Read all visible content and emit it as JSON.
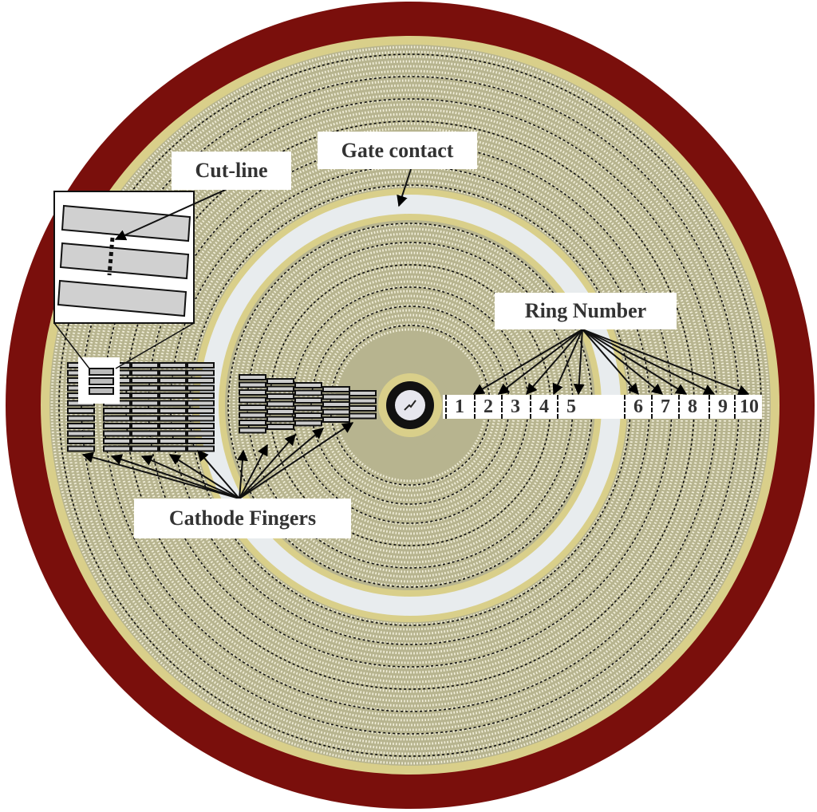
{
  "labels": {
    "cut_line": "Cut-line",
    "gate_contact": "Gate contact",
    "ring_number": "Ring Number",
    "cathode_fingers": "Cathode Fingers"
  },
  "ring_numbers": [
    "1",
    "2",
    "3",
    "4",
    "5",
    "6",
    "7",
    "8",
    "9",
    "10"
  ],
  "colors": {
    "edge": "#7a0f0c",
    "gold": "#d9cf8a",
    "pattern": "#b7b48f",
    "gate": "#e8ecee"
  }
}
